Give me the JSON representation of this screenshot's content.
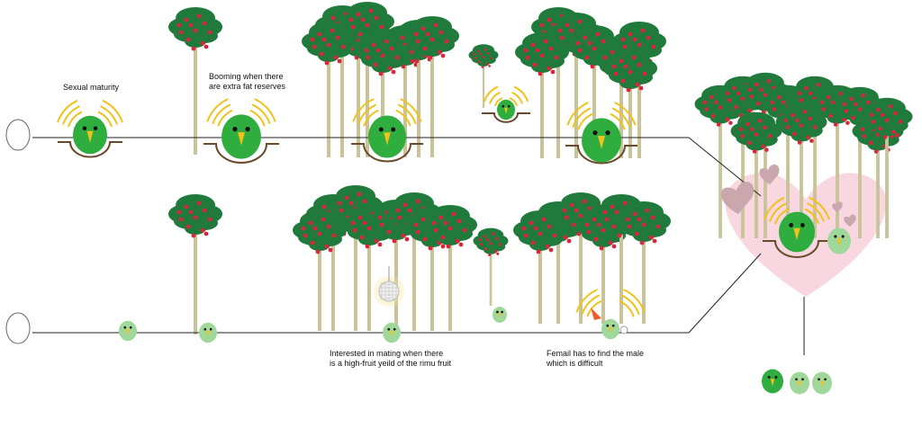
{
  "captions": {
    "sexual_maturity": "Sexual maturity",
    "booming": "Booming when there\nare extra fat reserves",
    "interested": "Interested in mating when there\nis a high-fruit yeild of the rimu fruit",
    "femail": "Femail has to find the male\nwhich is difficult"
  },
  "colors": {
    "male_body": "#2fae3f",
    "female_body": "#9fd89a",
    "beak": "#f2c21b",
    "trunk": "#c9c39a",
    "leaf": "#1f7a3c",
    "berry": "#d9263a",
    "sound": "#f2c21b",
    "heart": "#f8d7e0",
    "small_heart": "#c9a7ac",
    "line": "#222222"
  },
  "icons": [
    "egg-icon",
    "male-kakapo-icon",
    "female-kakapo-icon",
    "rimu-tree-icon",
    "sound-wave-icon",
    "heart-icon",
    "fruit-globe-icon",
    "arrow-icon"
  ]
}
